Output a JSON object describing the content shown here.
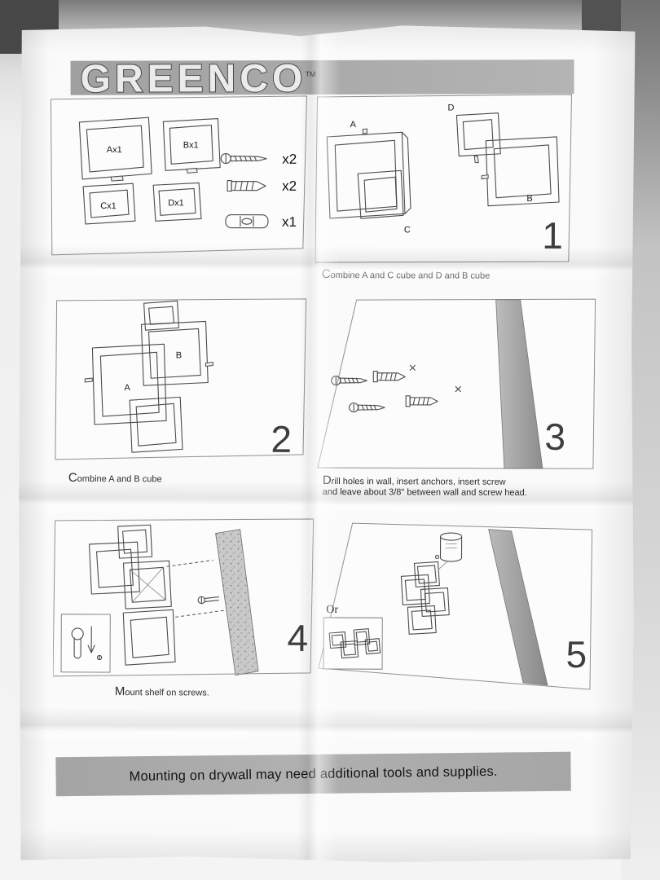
{
  "brand": {
    "name": "GREENCO",
    "tm": "TM"
  },
  "parts": {
    "a": "Ax1",
    "b": "Bx1",
    "c": "Cx1",
    "d": "Dx1",
    "screws_qty": "x2",
    "anchors_qty": "x2",
    "level_qty": "x1"
  },
  "steps": {
    "s1": {
      "num": "1",
      "caption": "Combine A and C cube and D and B cube",
      "a": "A",
      "b": "B",
      "c": "C",
      "d": "D"
    },
    "s2": {
      "num": "2",
      "caption": "Combine A and B cube",
      "a": "A",
      "b": "B"
    },
    "s3": {
      "num": "3",
      "caption_line1": "Drill holes in wall, insert anchors, insert screw",
      "caption_line2": "and leave about 3/8\" between wall and screw head."
    },
    "s4": {
      "num": "4",
      "caption": "Mount shelf on screws."
    },
    "s5": {
      "num": "5",
      "or": "Or"
    }
  },
  "footer": {
    "text": "Mounting on drywall may need additional tools and supplies."
  }
}
